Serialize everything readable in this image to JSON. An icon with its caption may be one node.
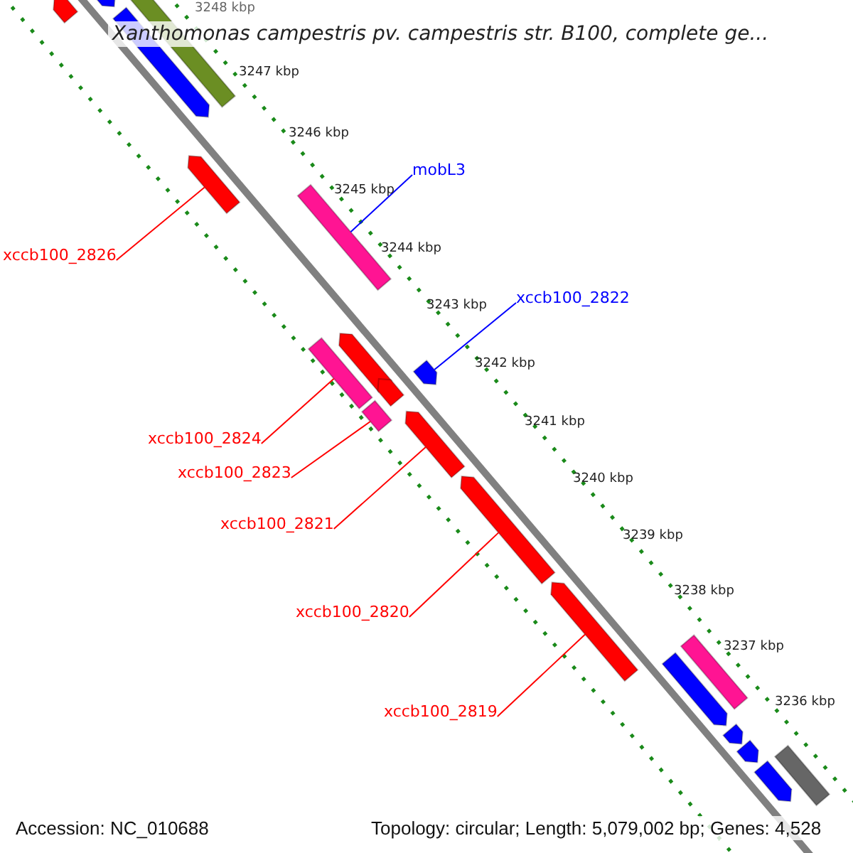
{
  "diagram": {
    "title": "Xanthomonas campestris pv. campestris str. B100, complete ge...",
    "nodes": [
      {
        "text": [
          "mobL3"
        ]
      },
      {
        "text": [],
        "shape": "bar"
      },
      {
        "text": [
          "xccb100_2822"
        ]
      },
      {
        "text": [],
        "shape": "bar"
      },
      {
        "text": [
          "xccb100_2826"
        ]
      },
      {
        "text": [],
        "shape": "bar"
      },
      {
        "text": [
          "xccb100_2824"
        ]
      },
      {
        "text": [],
        "shape": "bar"
      },
      {
        "text": [
          "xccb100_2823"
        ]
      },
      {
        "text": [],
        "shape": "bar"
      },
      {
        "text": [
          "xccb100_2821"
        ]
      },
      {
        "text": [],
        "shape": "bar"
      },
      {
        "text": [
          "xccb100_2820"
        ]
      },
      {
        "text": [],
        "shape": "bar"
      },
      {
        "text": [
          "xccb100_2819"
        ]
      },
      {
        "text": [],
        "shape": "bar"
      },
      {
        "text": [],
        "shape": "bar"
      },
      {
        "text": [],
        "shape": "bar"
      },
      {
        "text": [],
        "shape": "bar"
      },
      {
        "text": [],
        "shape": "bar"
      },
      {
        "text": [],
        "shape": "bar"
      },
      {
        "text": [],
        "shape": "bar"
      },
      {
        "text": [],
        "shape": "bar"
      },
      {
        "text": [],
        "shape": "bar"
      },
      {
        "text": [],
        "shape": "bar"
      },
      {
        "text": [],
        "shape": "bar"
      },
      {
        "text": [],
        "shape": "bar"
      },
      {
        "text": [],
        "shape": "bar"
      }
    ],
    "edges": [
      {
        "from": 0,
        "to": 1,
        "arrow": "none",
        "color": "#0000ff"
      },
      {
        "from": 2,
        "to": 3,
        "arrow": "none",
        "color": "#0000ff"
      },
      {
        "from": 4,
        "to": 5,
        "arrow": "none"
      },
      {
        "from": 6,
        "to": 7,
        "arrow": "none"
      },
      {
        "from": 8,
        "to": 9,
        "arrow": "none"
      },
      {
        "from": 10,
        "to": 11,
        "arrow": "none"
      },
      {
        "from": 12,
        "to": 13,
        "arrow": "none"
      },
      {
        "from": 14,
        "to": 15,
        "arrow": "none"
      }
    ],
    "labels": [
      "3248 kbp",
      "3247 kbp",
      "3246 kbp",
      "3245 kbp",
      "3244 kbp",
      "3243 kbp",
      "3242 kbp",
      "3241 kbp",
      "3240 kbp",
      "3239 kbp",
      "3238 kbp",
      "3237 kbp",
      "3236 kbp",
      "Accession: NC_010688",
      "Topology: circular; Length: 5,079,002 bp; Genes: 4,528"
    ]
  }
}
